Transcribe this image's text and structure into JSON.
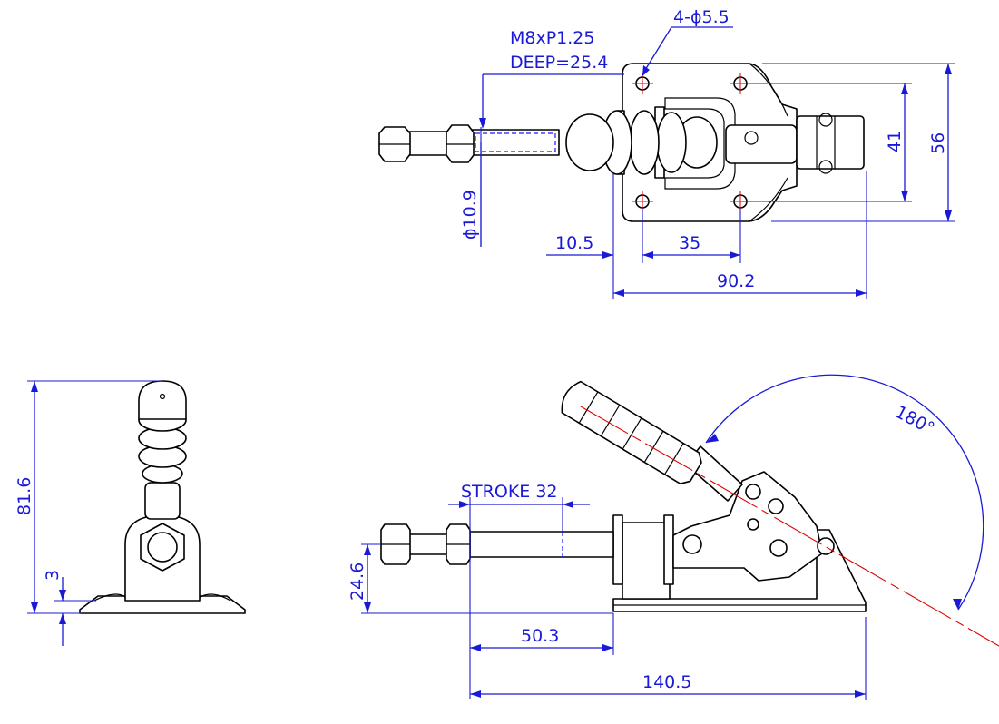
{
  "drawing": {
    "top_view": {
      "thread_callout": [
        "M8xP1.25",
        "DEEP=25.4"
      ],
      "holes_callout": "4-ϕ5.5",
      "dims": {
        "hole_spacing_v": "41",
        "overall_height": "56",
        "rod_diameter": "ϕ10.9",
        "offset": "10.5",
        "hole_spacing_h": "35",
        "overall_length": "90.2"
      }
    },
    "end_view": {
      "dims": {
        "height": "81.6",
        "base_thickness": "3"
      }
    },
    "side_view": {
      "dims": {
        "stroke": "STROKE 32",
        "handle_swing": "180°",
        "rod_height": "24.6",
        "rod_extension": "50.3",
        "overall_length": "140.5"
      }
    }
  }
}
